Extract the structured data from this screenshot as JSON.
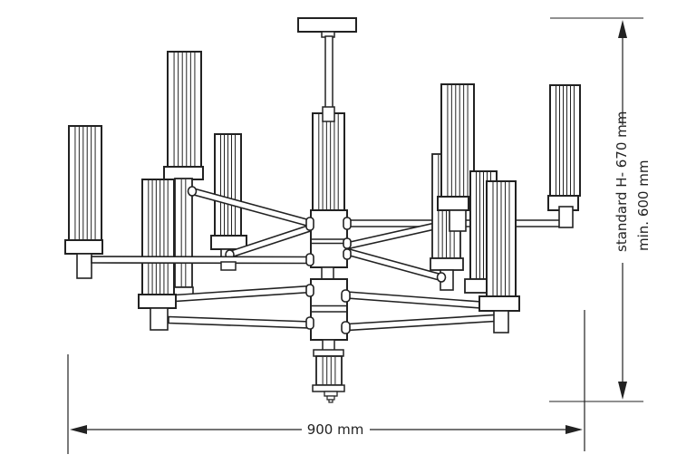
{
  "drawing": {
    "subject": "chandelier-technical-dimension-drawing",
    "colors": {
      "line": "#222222",
      "background": "#ffffff"
    },
    "labels": {
      "height_standard": "standard H- 670 mm",
      "height_min": "min. 600 mm",
      "width": "900 mm"
    }
  }
}
